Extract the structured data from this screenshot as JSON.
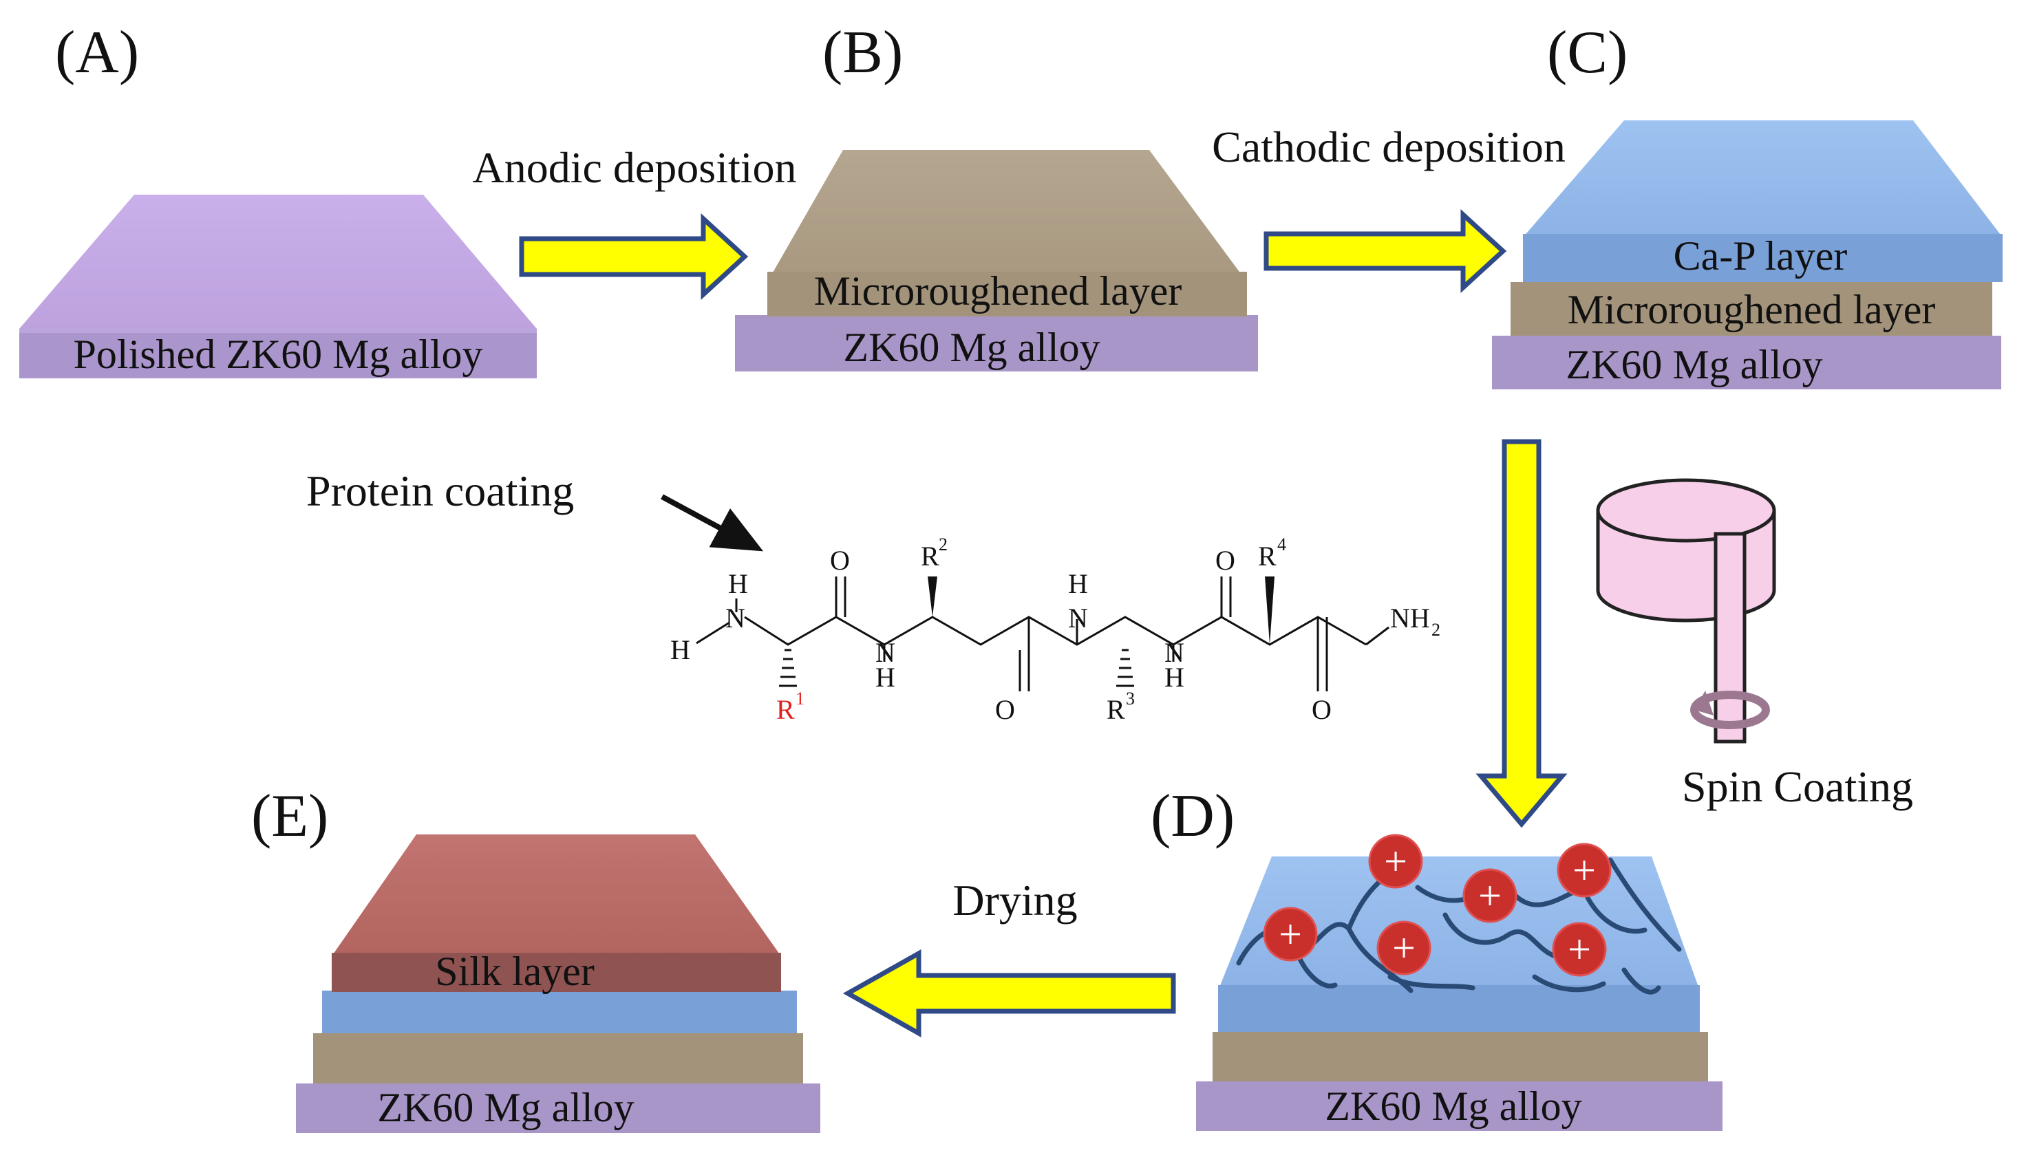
{
  "panels": {
    "a": "(A)",
    "b": "(B)",
    "c": "(C)",
    "d": "(D)",
    "e": "(E)"
  },
  "process": {
    "anodic": "Anodic deposition",
    "cathodic": "Cathodic deposition",
    "drying": "Drying",
    "spin": "Spin Coating",
    "protein": "Protein coating"
  },
  "layers": {
    "a_substrate": "Polished ZK60 Mg alloy",
    "b_top": "Microroughened layer",
    "b_substrate": "ZK60 Mg alloy",
    "c_top": "Ca-P layer",
    "c_middle": "Microroughened layer",
    "c_substrate": "ZK60 Mg alloy",
    "d_substrate": "ZK60 Mg alloy",
    "e_top": "Silk layer",
    "e_substrate": "ZK60 Mg alloy"
  },
  "charges": {
    "symbol": "+"
  },
  "chem": {
    "h": "H",
    "n": "N",
    "o": "O",
    "nh": "NH",
    "nh2_sub": "2",
    "r": "R",
    "r1_sup": "1",
    "r2_sup": "2",
    "r3_sup": "3",
    "r4_sup": "4"
  },
  "colors": {
    "arrow_fill": "#ffff00",
    "arrow_stroke": "#2f4a86",
    "alloy_purple": "#a593c4",
    "polished_purple": "#c4a8e4",
    "rough_brown": "#b3a48e",
    "cap_blue": "#8fb6ea",
    "silk_red": "#b86b66",
    "charge_red": "#c9302c",
    "spin_pink": "#f7cfe9"
  }
}
